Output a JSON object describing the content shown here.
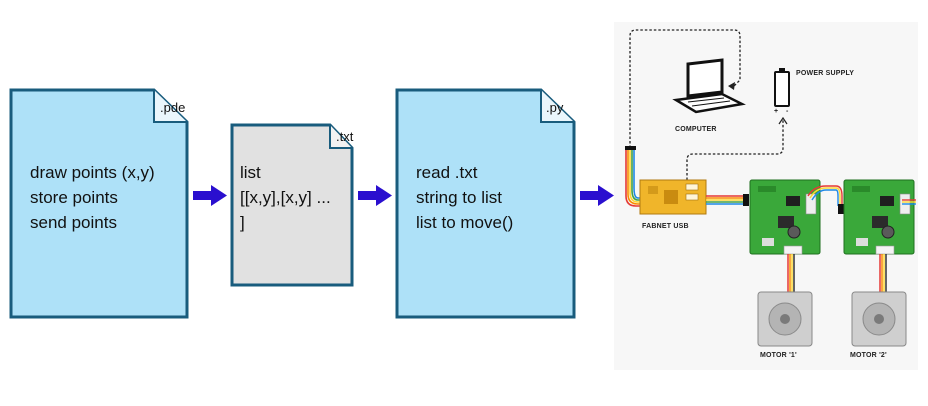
{
  "documents": [
    {
      "ext": ".pde",
      "lines": [
        "draw points (x,y)",
        "store points",
        "send points"
      ],
      "fill": "#aee1f8",
      "border": "#195c7d"
    },
    {
      "ext": ".txt",
      "lines": [
        "list",
        "[[x,y],[x,y] ...",
        "]"
      ],
      "fill": "#e1e1e1",
      "border": "#195c7d"
    },
    {
      "ext": ".py",
      "lines": [
        "read .txt",
        "string to list",
        "list to move()"
      ],
      "fill": "#aee1f8",
      "border": "#195c7d"
    }
  ],
  "arrow_color": "#2a0fcf",
  "hardware": {
    "computer_label": "COMPUTER",
    "power_label": "POWER SUPPLY",
    "power_plus": "+",
    "power_minus": "-",
    "usb_label": "FABNET USB",
    "motor1_label": "MOTOR '1'",
    "motor2_label": "MOTOR '2'",
    "board_color": "#3aa83a",
    "usb_color": "#f0b52a"
  }
}
